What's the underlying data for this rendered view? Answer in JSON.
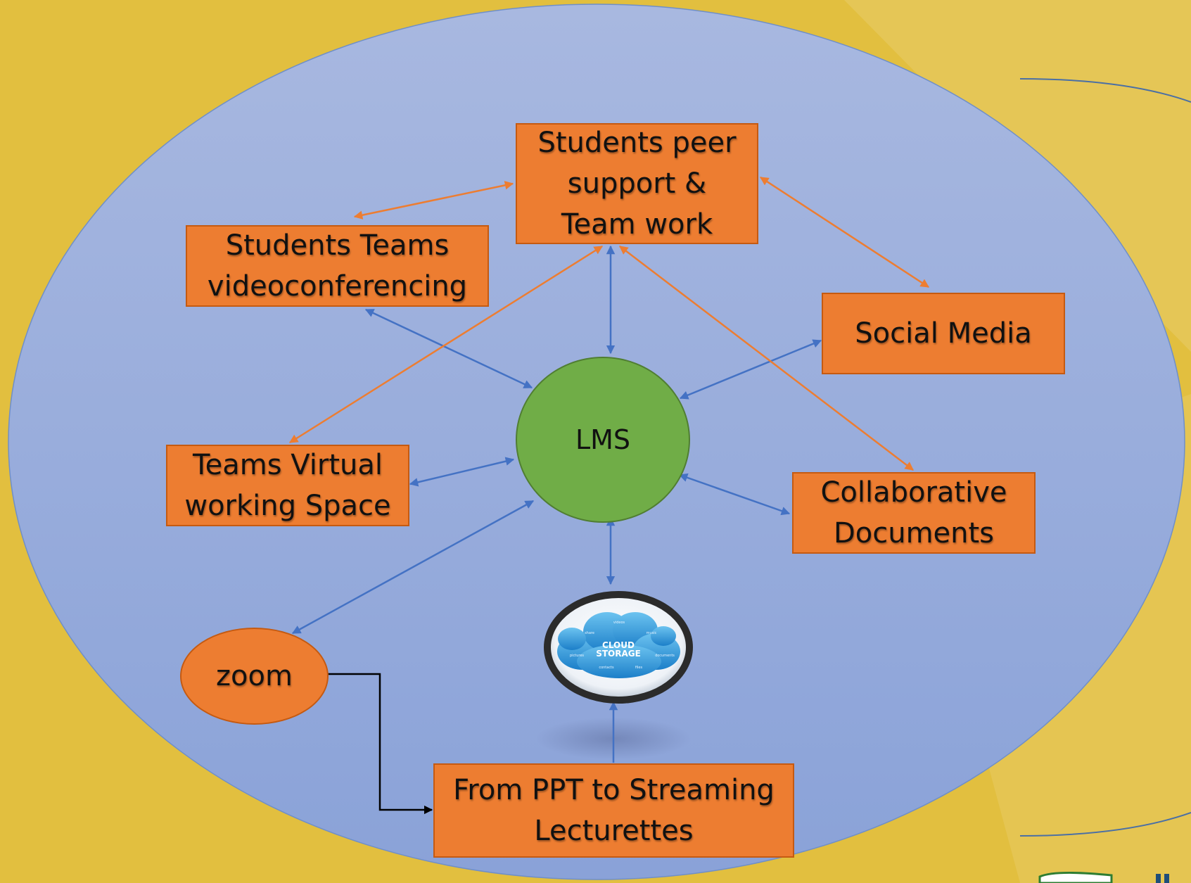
{
  "nodes": {
    "peer_support": "Students peer support & Team work",
    "teams_video": "Students Teams videoconferencing",
    "social_media": "Social Media",
    "lms": "LMS",
    "teams_virtual": "Teams Virtual working Space",
    "collab_docs": "Collaborative Documents",
    "zoom": "zoom",
    "ppt_streaming": "From PPT to Streaming Lecturettes"
  },
  "cloud_storage": {
    "title": "CLOUD STORAGE",
    "labels": [
      "videos",
      "share",
      "music",
      "pictures",
      "documents",
      "contacts",
      "files"
    ]
  },
  "colors": {
    "background": "#e2bf3f",
    "ellipse": "#9fb0dc",
    "box": "#ed7d31",
    "lms": "#70ad47",
    "blue_arrow": "#4472c4",
    "orange_arrow": "#ed7d31"
  }
}
